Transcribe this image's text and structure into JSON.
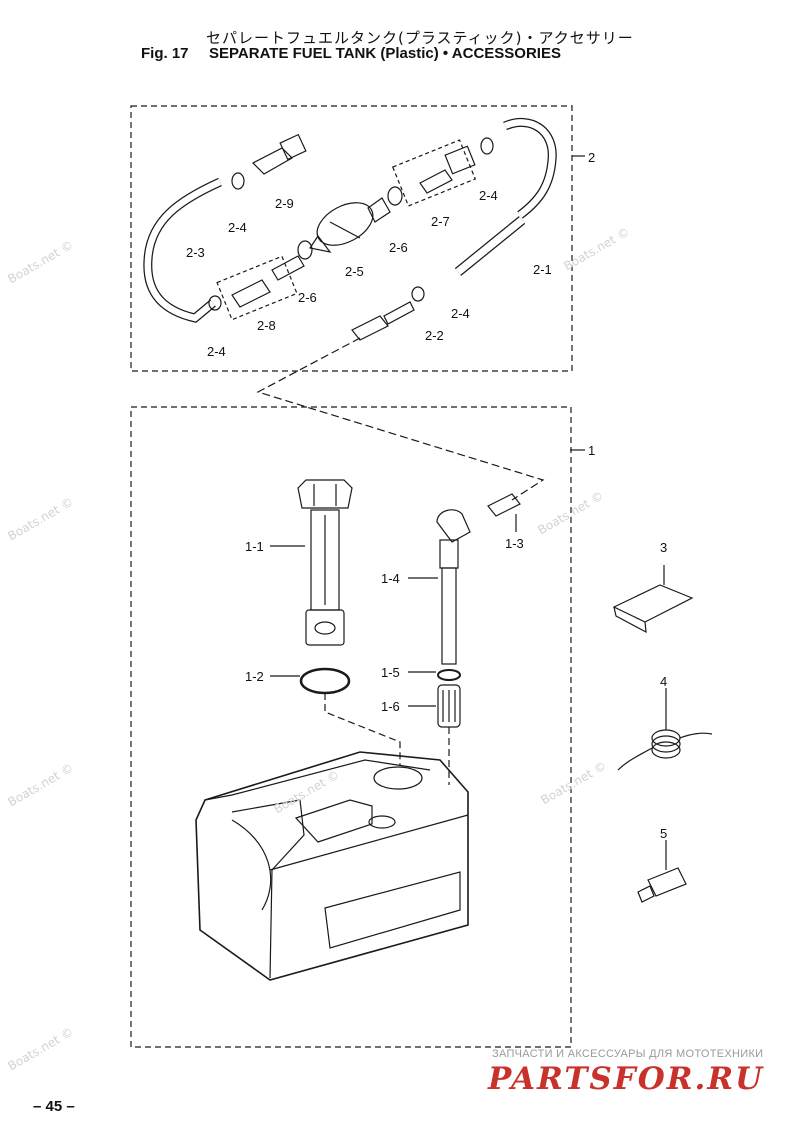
{
  "header": {
    "title_jp": "セパレートフュエルタンク(プラスティック)・アクセサリー",
    "fig_label": "Fig. 17",
    "title_en": "SEPARATE FUEL TANK (Plastic) • ACCESSORIES"
  },
  "callouts": {
    "c2": "2",
    "c2_1": "2-1",
    "c2_2": "2-2",
    "c2_3": "2-3",
    "c2_4a": "2-4",
    "c2_4b": "2-4",
    "c2_4c": "2-4",
    "c2_4d": "2-4",
    "c2_5": "2-5",
    "c2_6a": "2-6",
    "c2_6b": "2-6",
    "c2_7": "2-7",
    "c2_8": "2-8",
    "c2_9": "2-9",
    "c1": "1",
    "c1_1": "1-1",
    "c1_2": "1-2",
    "c1_3": "1-3",
    "c1_4": "1-4",
    "c1_5": "1-5",
    "c1_6": "1-6",
    "c3": "3",
    "c4": "4",
    "c5": "5"
  },
  "watermark": "Boats.net ©",
  "footer": {
    "page_number": "– 45 –",
    "shop_tagline": "ЗАПЧАСТИ И АКСЕССУАРЫ ДЛЯ МОТОТЕХНИКИ",
    "shop_logo": "PARTSFOR.RU"
  }
}
